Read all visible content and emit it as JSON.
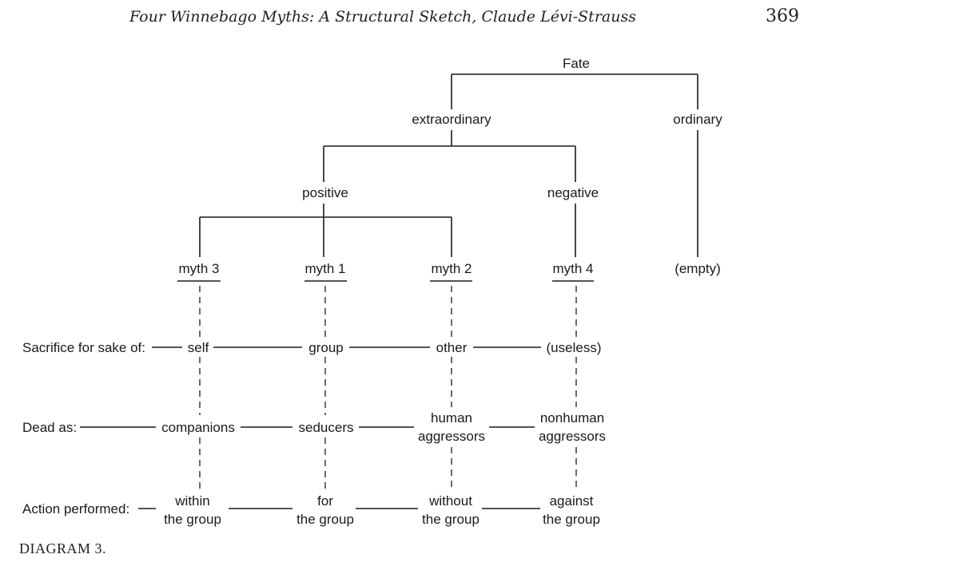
{
  "header": {
    "title": "Four Winnebago Myths: A Structural Sketch, Claude Lévi-Strauss",
    "page_number": "369"
  },
  "tree": {
    "root": "Fate",
    "level1": {
      "left": "extraordinary",
      "right": "ordinary"
    },
    "level2": {
      "left": "positive",
      "right": "negative"
    },
    "leaves": [
      "myth 3",
      "myth 1",
      "myth 2",
      "myth 4",
      "(empty)"
    ]
  },
  "rows": {
    "sacrifice": {
      "label": "Sacrifice for sake of:",
      "cells": [
        "self",
        "group",
        "other",
        "(useless)"
      ]
    },
    "dead": {
      "label": "Dead as:",
      "cells": [
        [
          "companions"
        ],
        [
          "seducers"
        ],
        [
          "human",
          "aggressors"
        ],
        [
          "nonhuman",
          "aggressors"
        ]
      ]
    },
    "action": {
      "label": "Action performed:",
      "cells": [
        [
          "within",
          "the group"
        ],
        [
          "for",
          "the group"
        ],
        [
          "without",
          "the group"
        ],
        [
          "against",
          "the group"
        ]
      ]
    }
  },
  "caption": "DIAGRAM 3."
}
